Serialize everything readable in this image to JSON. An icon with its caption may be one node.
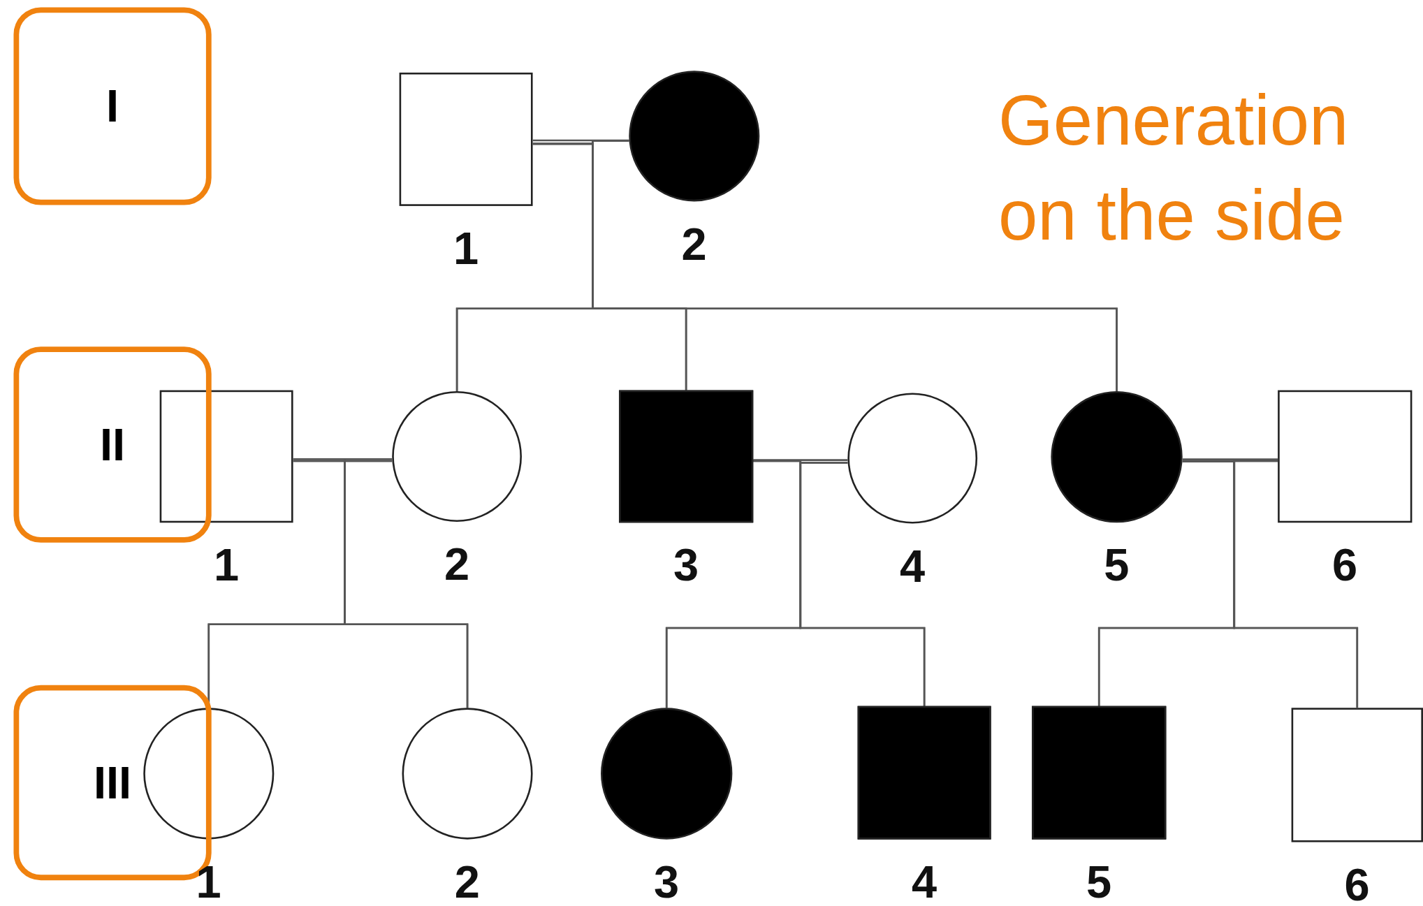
{
  "diagram": {
    "nodes": [
      {
        "text": [
          "I"
        ]
      },
      {
        "text": [],
        "shape": "box",
        "beside": [
          "1"
        ]
      },
      {
        "text": [],
        "shape": "circle",
        "beside": [
          "2"
        ]
      },
      {
        "text": [
          "II"
        ]
      },
      {
        "text": [],
        "shape": "box",
        "beside": [
          "1"
        ]
      },
      {
        "text": [],
        "shape": "circle",
        "beside": [
          "2"
        ]
      },
      {
        "text": [],
        "shape": "box",
        "beside": [
          "3"
        ]
      },
      {
        "text": [],
        "shape": "circle",
        "beside": [
          "4"
        ]
      },
      {
        "text": [],
        "shape": "circle",
        "beside": [
          "5"
        ]
      },
      {
        "text": [],
        "shape": "box",
        "beside": [
          "6"
        ]
      },
      {
        "text": [
          "III"
        ]
      },
      {
        "text": [],
        "shape": "circle",
        "beside": [
          "1"
        ]
      },
      {
        "text": [],
        "shape": "circle",
        "beside": [
          "2"
        ]
      },
      {
        "text": [],
        "shape": "circle",
        "beside": [
          "3"
        ]
      },
      {
        "text": [],
        "shape": "box",
        "beside": [
          "4"
        ]
      },
      {
        "text": [],
        "shape": "box",
        "beside": [
          "5"
        ]
      },
      {
        "text": [],
        "shape": "box",
        "beside": [
          "6"
        ]
      }
    ],
    "edges": [
      {
        "from": 1,
        "to": 2,
        "arrow": "none"
      },
      {
        "from": 1,
        "to": 5,
        "arrow": "none"
      },
      {
        "from": 2,
        "to": 5,
        "arrow": "none"
      },
      {
        "from": 1,
        "to": 6,
        "arrow": "none"
      },
      {
        "from": 2,
        "to": 6,
        "arrow": "none"
      },
      {
        "from": 1,
        "to": 8,
        "arrow": "none"
      },
      {
        "from": 2,
        "to": 8,
        "arrow": "none"
      },
      {
        "from": 4,
        "to": 5,
        "arrow": "none"
      },
      {
        "from": 6,
        "to": 7,
        "arrow": "none"
      },
      {
        "from": 8,
        "to": 9,
        "arrow": "none"
      },
      {
        "from": 4,
        "to": 11,
        "arrow": "none"
      },
      {
        "from": 5,
        "to": 11,
        "arrow": "none"
      },
      {
        "from": 4,
        "to": 12,
        "arrow": "none"
      },
      {
        "from": 5,
        "to": 12,
        "arrow": "none"
      },
      {
        "from": 6,
        "to": 13,
        "arrow": "none"
      },
      {
        "from": 7,
        "to": 13,
        "arrow": "none"
      },
      {
        "from": 6,
        "to": 14,
        "arrow": "none"
      },
      {
        "from": 7,
        "to": 14,
        "arrow": "none"
      },
      {
        "from": 8,
        "to": 15,
        "arrow": "none"
      },
      {
        "from": 9,
        "to": 15,
        "arrow": "none"
      },
      {
        "from": 8,
        "to": 16,
        "arrow": "none"
      },
      {
        "from": 9,
        "to": 16,
        "arrow": "none"
      }
    ],
    "labels": [
      "Generation on the side"
    ]
  }
}
